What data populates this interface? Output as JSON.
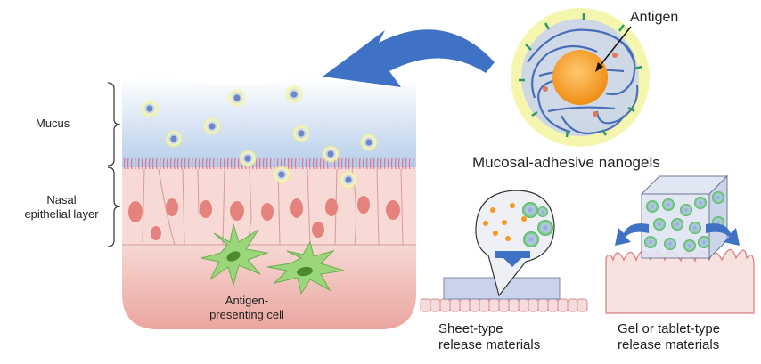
{
  "labels": {
    "antigen": "Antigen",
    "mucus": "Mucus",
    "nasal_line1": "Nasal",
    "nasal_line2": "epithelial layer",
    "apc_line1": "Antigen-",
    "apc_line2": "presenting cell",
    "nanogels": "Mucosal-adhesive nanogels",
    "sheet_line1": "Sheet-type",
    "sheet_line2": "release materials",
    "gel_line1": "Gel or tablet-type",
    "gel_line2": "release materials"
  },
  "colors": {
    "mucus_top": "#ffffff",
    "mucus_bottom": "#bcd3ec",
    "epithelium": "#f6d4d2",
    "nucleus": "#e5827c",
    "tissue_bottom": "#ecaea8",
    "arrow_blue": "#3f72c5",
    "nanogel_core": "#f4951e",
    "nanogel_glow": "#f6f4a6",
    "apc_green": "#9cd67a"
  },
  "icons": [
    "curved-arrow-icon",
    "nanogel-icon",
    "antigen-presenting-cell-icon",
    "cube-icon",
    "magnifier-bubble-icon"
  ]
}
